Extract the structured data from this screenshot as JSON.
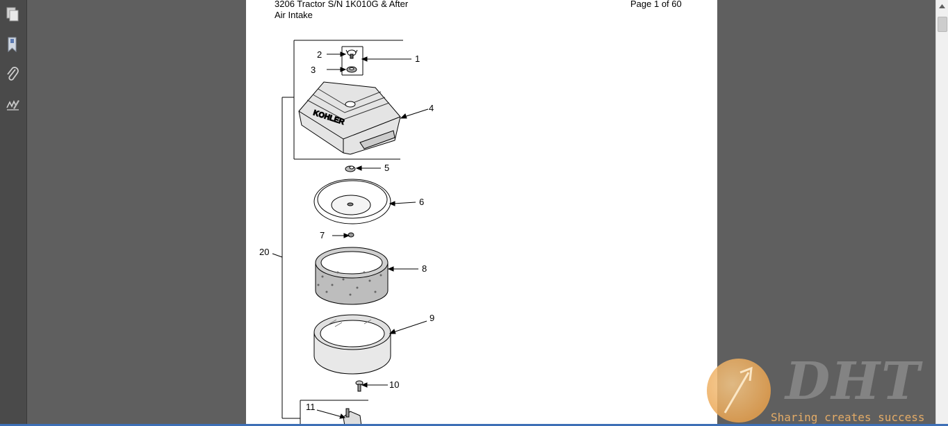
{
  "toolbar": {
    "items": [
      {
        "name": "Pages",
        "icon": "pages-icon"
      },
      {
        "name": "Bookmarks",
        "icon": "bookmark-icon"
      },
      {
        "name": "Attachments",
        "icon": "paperclip-icon"
      },
      {
        "name": "Signatures",
        "icon": "signature-icon"
      }
    ]
  },
  "page": {
    "title": "3206 Tractor S/N 1K010G & After",
    "subtitle": "Air Intake",
    "page_indicator": "Page 1 of 60"
  },
  "diagram": {
    "callouts": [
      "1",
      "2",
      "3",
      "4",
      "5",
      "6",
      "7",
      "8",
      "9",
      "10",
      "11",
      "20"
    ],
    "cover_brand": "KOHLER"
  },
  "watermark": {
    "logo": "DHT",
    "tagline": "Sharing creates success"
  },
  "colors": {
    "viewer_bg": "#5f5f5f",
    "toolbar_bg": "#4a4a4a",
    "accent": "#3d6fb6",
    "watermark_orange": "#f2b468"
  }
}
